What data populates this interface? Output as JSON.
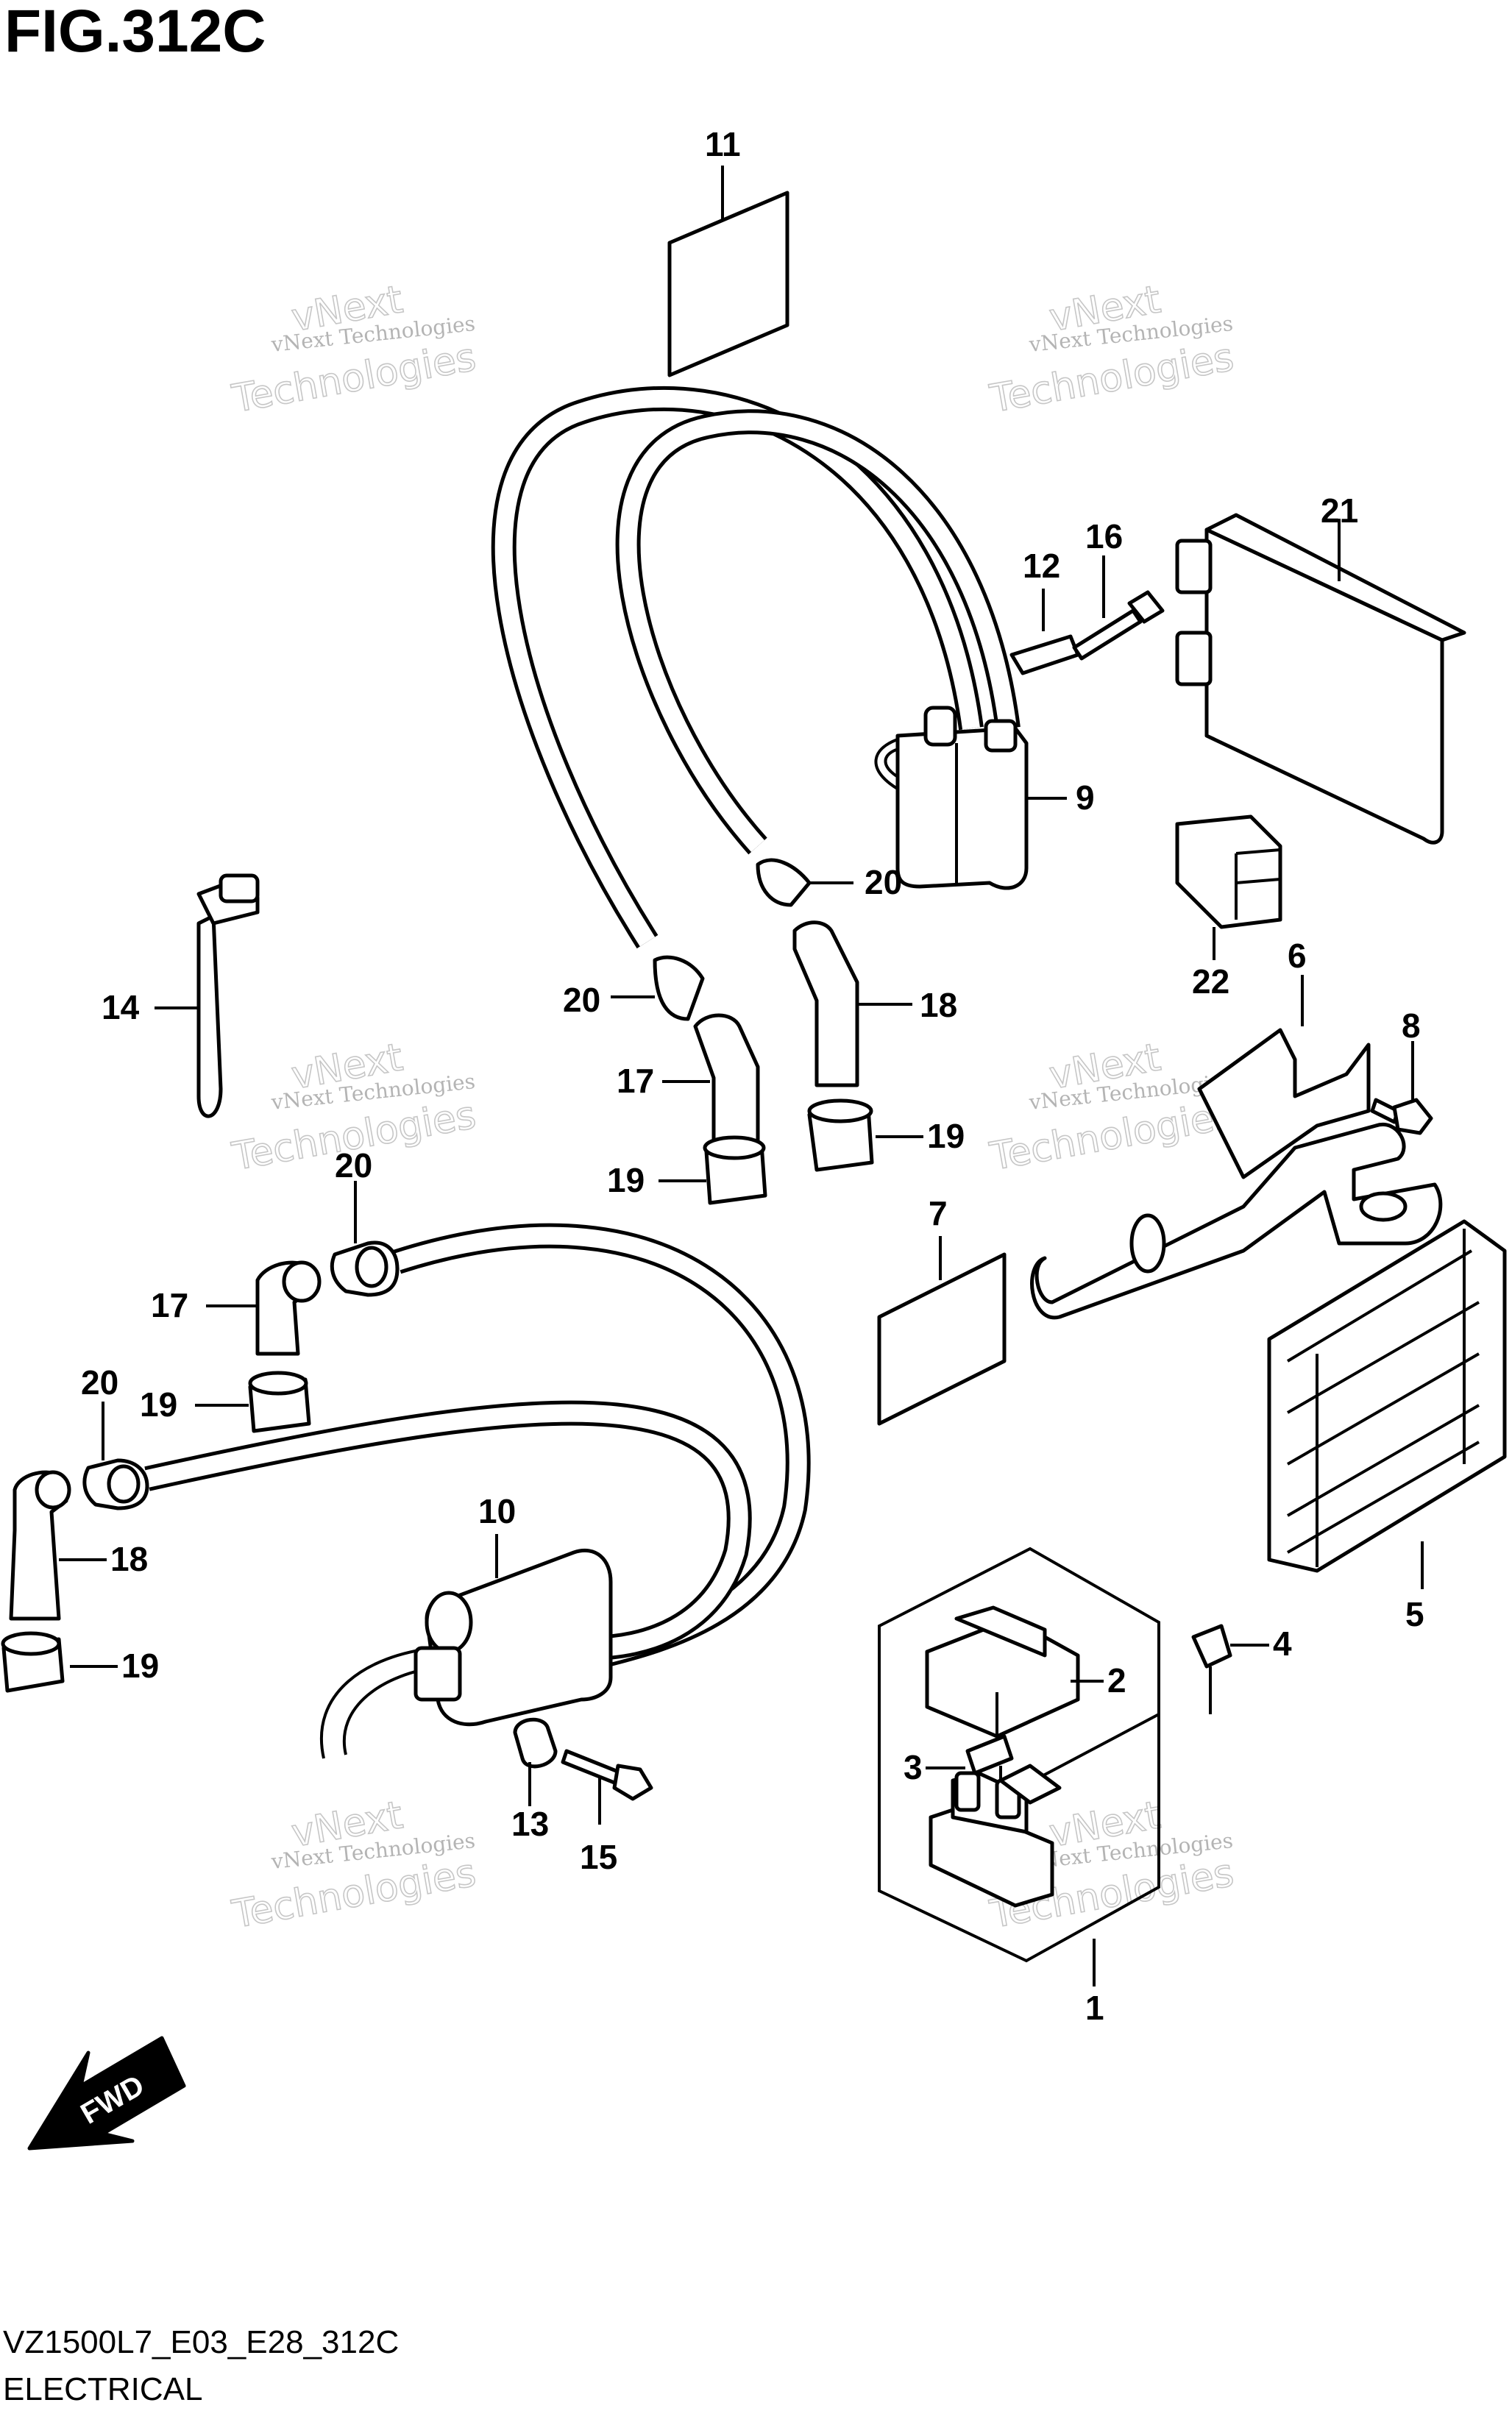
{
  "figure": {
    "title": "FIG.312C",
    "code": "VZ1500L7_E03_E28_312C",
    "section": "ELECTRICAL"
  },
  "watermark": {
    "small": "vNext Technologies",
    "big_line1": "vNext",
    "big_line2": "Technologies"
  },
  "fwd_label": "FWD",
  "callouts": [
    "1",
    "2",
    "3",
    "4",
    "5",
    "6",
    "7",
    "8",
    "9",
    "10",
    "11",
    "12",
    "13",
    "14",
    "15",
    "16",
    "17",
    "17",
    "18",
    "18",
    "19",
    "19",
    "19",
    "19",
    "20",
    "20",
    "20",
    "20",
    "21",
    "22"
  ]
}
